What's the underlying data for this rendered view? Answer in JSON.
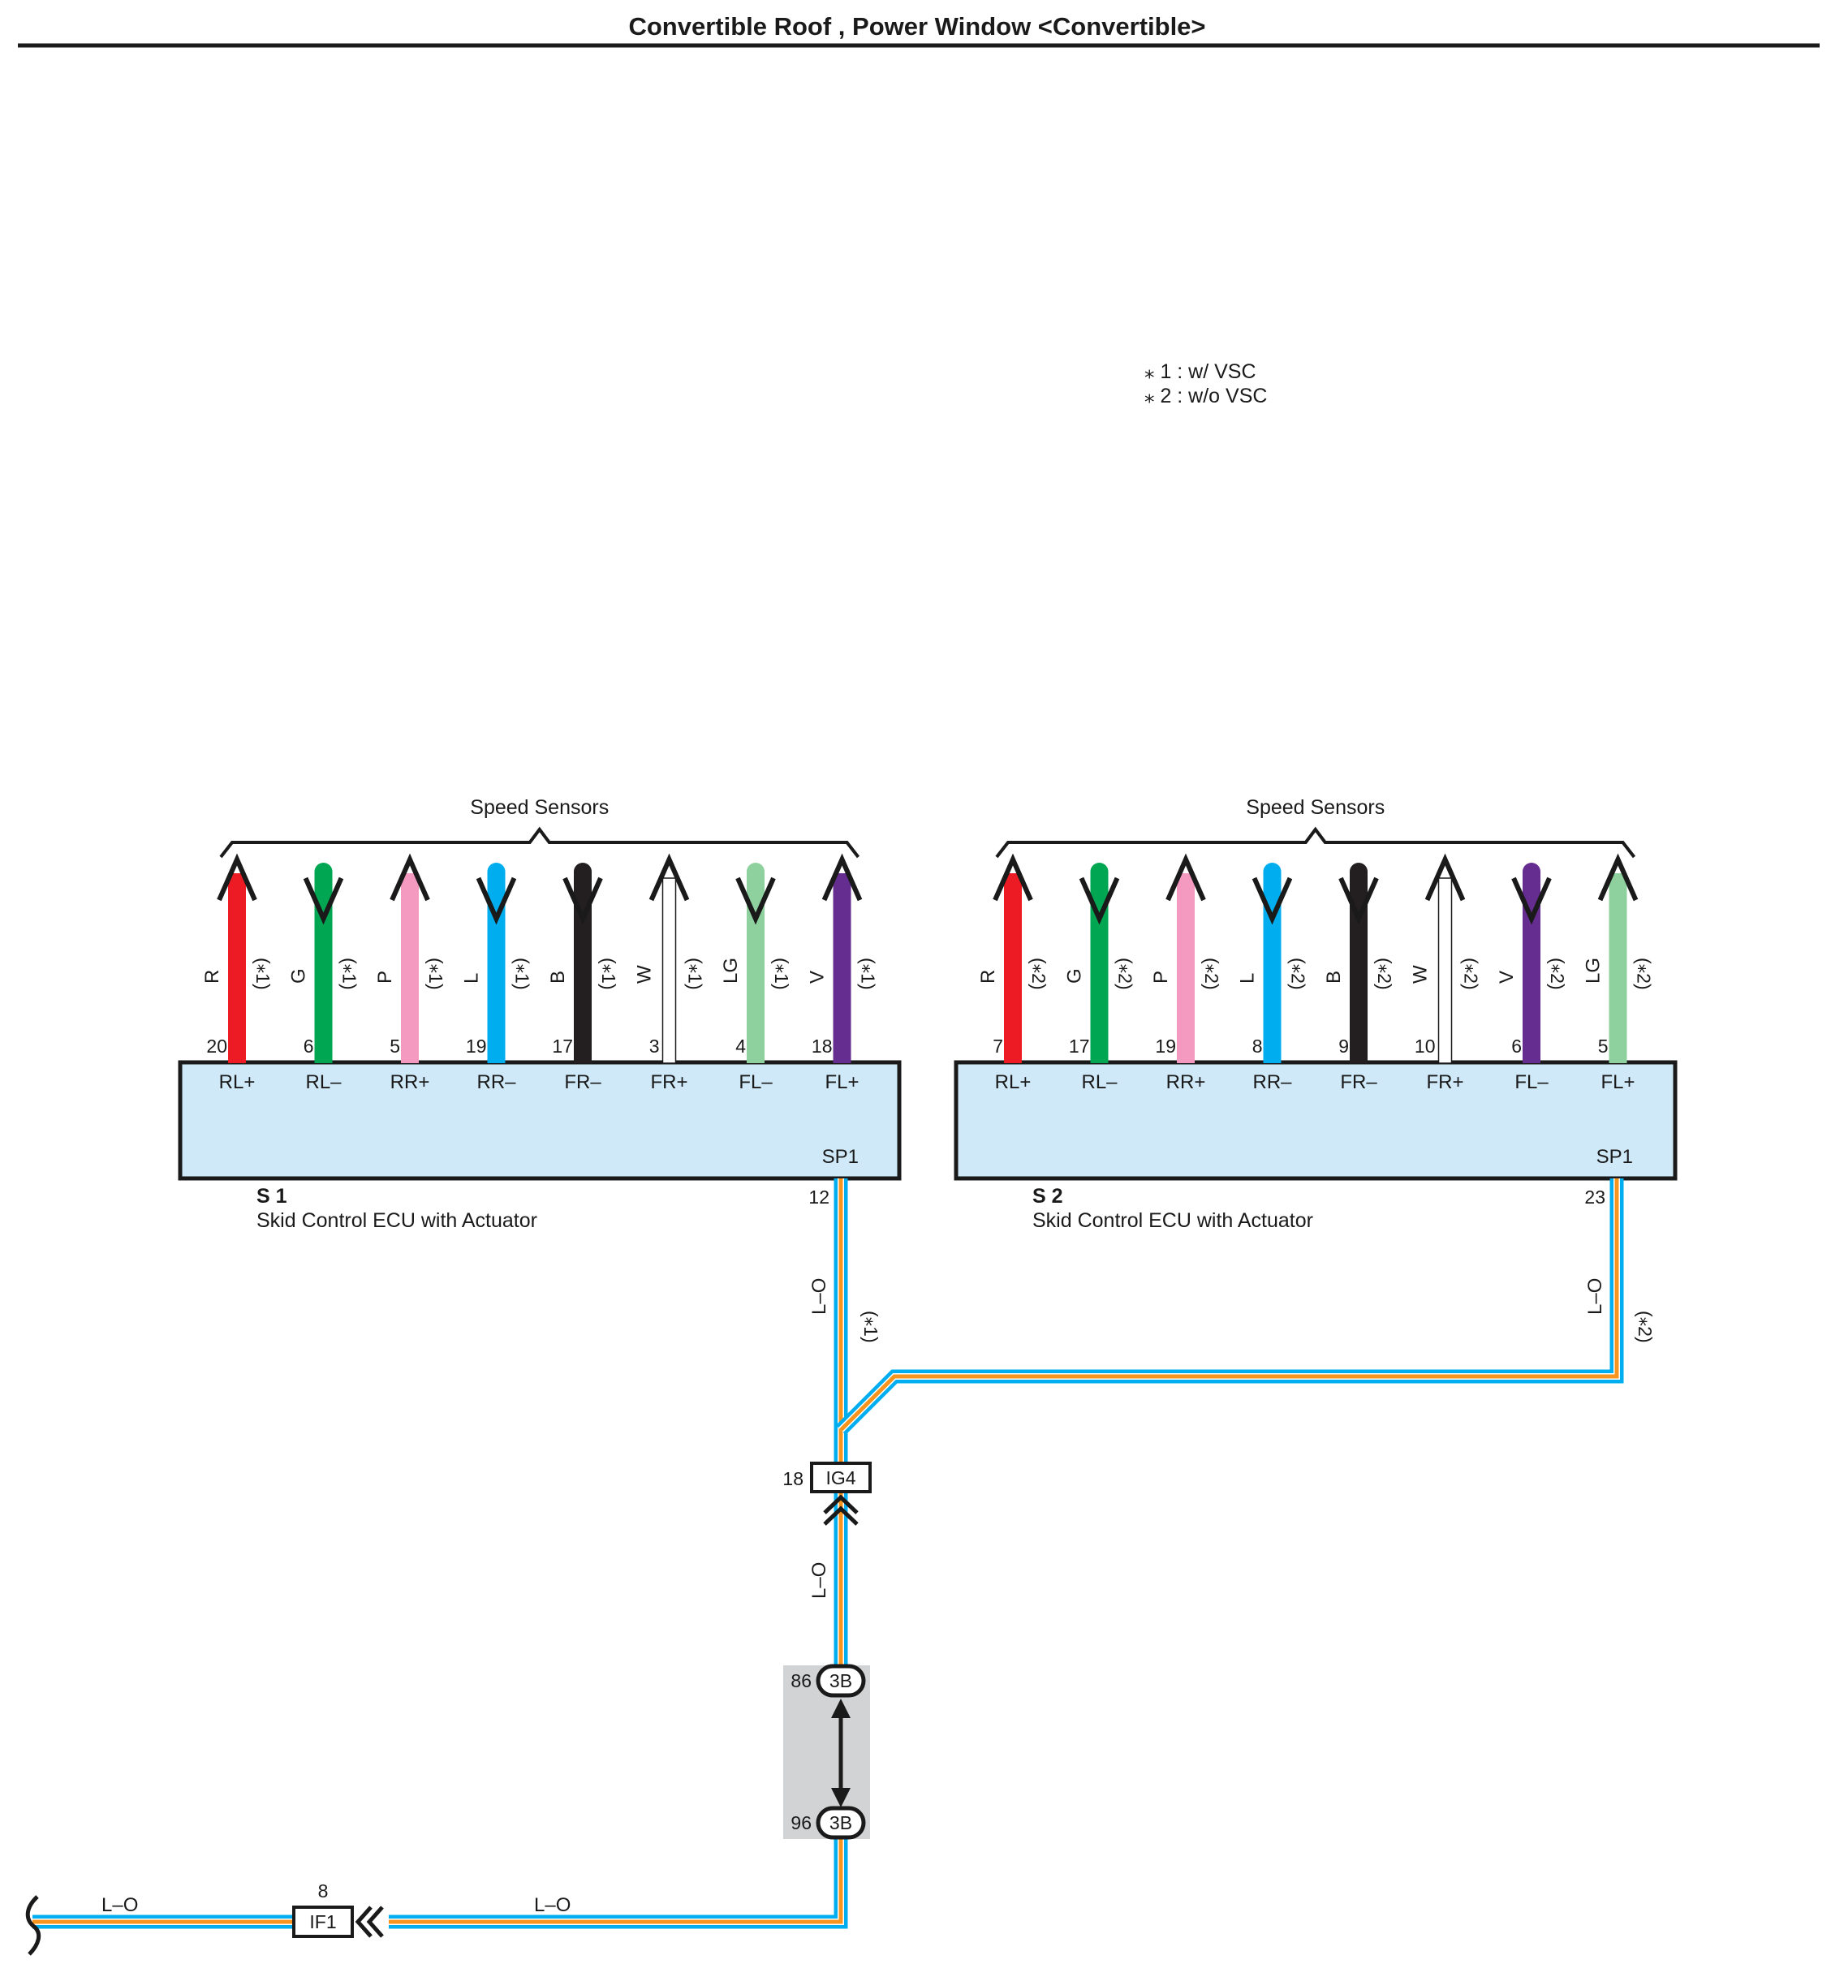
{
  "title": "Convertible Roof , Power Window <Convertible>",
  "notes": [
    "⁎ 1 : w/ VSC",
    "⁎ 2 : w/o VSC"
  ],
  "colors": {
    "R": "#ed1c24",
    "G": "#00a651",
    "P": "#f49ac1",
    "L": "#00aeef",
    "B": "#231f20",
    "W": "#ffffff",
    "LG": "#8fd19e",
    "V": "#662d91",
    "O": "#f7941d",
    "box_fill": "#cfe9f9",
    "shade": "#d1d3d4"
  },
  "ecus": [
    {
      "id": "S 1",
      "name": "Skid Control ECU with Actuator",
      "group_label": "Speed Sensors",
      "variant": "(⁎1)",
      "output_terminal": "SP1",
      "output_pin": "12",
      "output_wire": "L–O",
      "pins": [
        {
          "pin": "20",
          "terminal": "RL+",
          "color": "R",
          "dir": "up"
        },
        {
          "pin": "6",
          "terminal": "RL–",
          "color": "G",
          "dir": "down"
        },
        {
          "pin": "5",
          "terminal": "RR+",
          "color": "P",
          "dir": "up"
        },
        {
          "pin": "19",
          "terminal": "RR–",
          "color": "L",
          "dir": "down"
        },
        {
          "pin": "17",
          "terminal": "FR–",
          "color": "B",
          "dir": "down"
        },
        {
          "pin": "3",
          "terminal": "FR+",
          "color": "W",
          "dir": "up"
        },
        {
          "pin": "4",
          "terminal": "FL–",
          "color": "LG",
          "dir": "down"
        },
        {
          "pin": "18",
          "terminal": "FL+",
          "color": "V",
          "dir": "up"
        }
      ]
    },
    {
      "id": "S 2",
      "name": "Skid Control ECU with Actuator",
      "group_label": "Speed Sensors",
      "variant": "(⁎2)",
      "output_terminal": "SP1",
      "output_pin": "23",
      "output_wire": "L–O",
      "pins": [
        {
          "pin": "7",
          "terminal": "RL+",
          "color": "R",
          "dir": "up"
        },
        {
          "pin": "17",
          "terminal": "RL–",
          "color": "G",
          "dir": "down"
        },
        {
          "pin": "19",
          "terminal": "RR+",
          "color": "P",
          "dir": "up"
        },
        {
          "pin": "8",
          "terminal": "RR–",
          "color": "L",
          "dir": "down"
        },
        {
          "pin": "9",
          "terminal": "FR–",
          "color": "B",
          "dir": "down"
        },
        {
          "pin": "10",
          "terminal": "FR+",
          "color": "W",
          "dir": "up"
        },
        {
          "pin": "6",
          "terminal": "FL–",
          "color": "V",
          "dir": "down"
        },
        {
          "pin": "5",
          "terminal": "FL+",
          "color": "LG",
          "dir": "up"
        }
      ]
    }
  ],
  "connectors": {
    "ig4": {
      "name": "IG4",
      "pin": "18"
    },
    "j3b_top": {
      "name": "3B",
      "pin": "86"
    },
    "j3b_bottom": {
      "name": "3B",
      "pin": "96"
    },
    "if1": {
      "name": "IF1",
      "pin": "8"
    }
  },
  "wire_labels": {
    "between_ig4_3b": "L–O",
    "bottom_right": "L–O",
    "bottom_left": "L–O"
  },
  "icons": {
    "wire_end": "wire-break-icon",
    "inline_connector": "double-chevron-icon",
    "joint": "bidirectional-arrow-icon"
  }
}
